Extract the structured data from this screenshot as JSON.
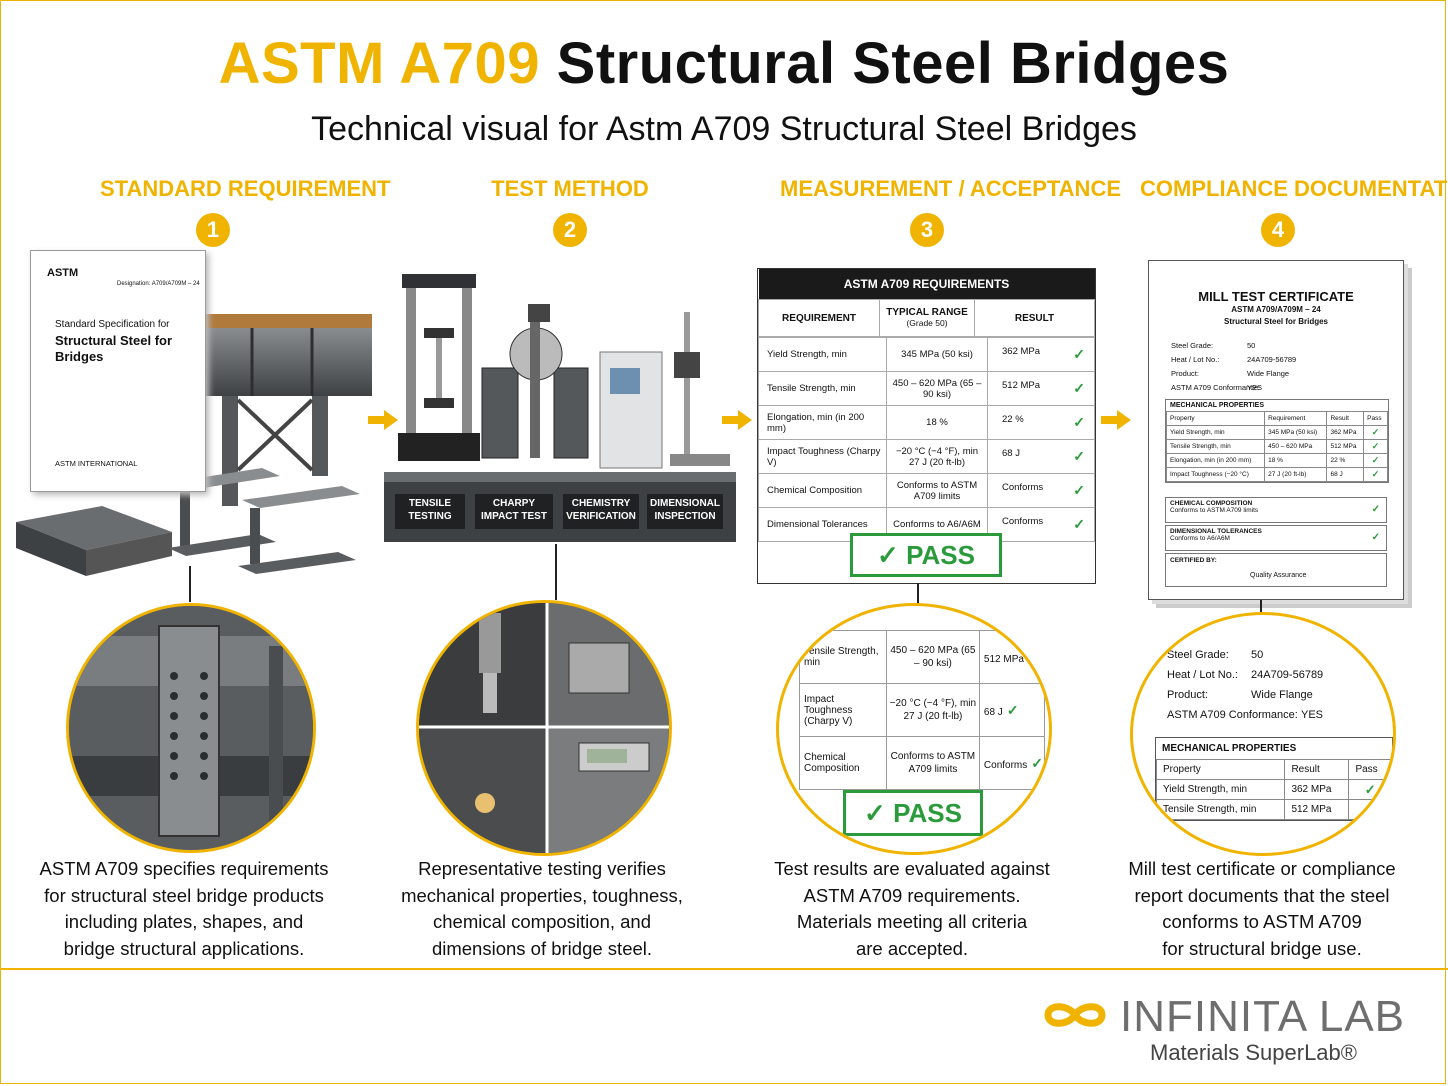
{
  "title": {
    "accent": "ASTM A709",
    "rest": "Structural Steel Bridges"
  },
  "subtitle": "Technical visual for Astm A709 Structural Steel Bridges",
  "steps": [
    {
      "num": "1",
      "heading": "STANDARD REQUIREMENT",
      "caption_lines": [
        "ASTM A709 specifies requirements",
        "for structural steel bridge products",
        "including plates, shapes, and",
        "bridge structural applications."
      ]
    },
    {
      "num": "2",
      "heading": "TEST METHOD",
      "caption_lines": [
        "Representative testing verifies",
        "mechanical properties, toughness,",
        "chemical composition, and",
        "dimensions of bridge steel."
      ]
    },
    {
      "num": "3",
      "heading": "MEASUREMENT / ACCEPTANCE",
      "caption_lines": [
        "Test results are evaluated against",
        "ASTM A709 requirements.",
        "Materials meeting all criteria",
        "are accepted."
      ]
    },
    {
      "num": "4",
      "heading": "COMPLIANCE DOCUMENTATION",
      "caption_lines": [
        "Mill test certificate or compliance",
        "report documents that the steel",
        "conforms to ASTM A709",
        "for structural bridge use."
      ]
    }
  ],
  "spec_doc": {
    "logo": "ASTM",
    "designation": "Designation: A709/A709M – 24",
    "line1": "Standard Specification for",
    "line2": "Structural Steel for",
    "line3": "Bridges",
    "org": "ASTM INTERNATIONAL"
  },
  "test_labels": [
    "TENSILE TESTING",
    "CHARPY IMPACT TEST",
    "CHEMISTRY VERIFICATION",
    "DIMENSIONAL INSPECTION"
  ],
  "requirements_table": {
    "title": "ASTM A709 REQUIREMENTS",
    "headers": [
      "REQUIREMENT",
      "TYPICAL RANGE",
      "(Grade 50)",
      "RESULT"
    ],
    "rows": [
      {
        "req": "Yield Strength, min",
        "range": "345 MPa (50 ksi)",
        "result": "362 MPa"
      },
      {
        "req": "Tensile Strength, min",
        "range": "450 – 620 MPa (65 – 90 ksi)",
        "result": "512 MPa"
      },
      {
        "req": "Elongation, min (in 200 mm)",
        "range": "18 %",
        "result": "22 %"
      },
      {
        "req": "Impact Toughness (Charpy V)",
        "range": "−20 °C (−4 °F), min 27 J (20 ft-lb)",
        "result": "68 J"
      },
      {
        "req": "Chemical Composition",
        "range": "Conforms to ASTM A709 limits",
        "result": "Conforms"
      },
      {
        "req": "Dimensional Tolerances",
        "range": "Conforms to A6/A6M",
        "result": "Conforms"
      }
    ],
    "verdict": "PASS"
  },
  "zoom_table": {
    "rows": [
      {
        "req": "Tensile Strength, min",
        "range": "450 – 620 MPa (65 – 90 ksi)",
        "result": "512 MPa"
      },
      {
        "req": "Impact Toughness (Charpy V)",
        "range": "−20 °C (−4 °F), min 27 J (20 ft-lb)",
        "result": "68 J"
      },
      {
        "req": "Chemical Composition",
        "range": "Conforms to ASTM A709 limits",
        "result": "Conforms"
      }
    ],
    "verdict": "PASS"
  },
  "certificate": {
    "title": "MILL TEST CERTIFICATE",
    "sub1": "ASTM A709/A709M – 24",
    "sub2": "Structural Steel for Bridges",
    "fields": [
      {
        "k": "Steel Grade:",
        "v": "50"
      },
      {
        "k": "Heat / Lot No.:",
        "v": "24A709-56789"
      },
      {
        "k": "Product:",
        "v": "Wide Flange"
      },
      {
        "k": "ASTM A709 Conformance:",
        "v": "YES"
      }
    ],
    "mech_title": "MECHANICAL PROPERTIES",
    "mech_headers": [
      "Property",
      "Requirement",
      "Result",
      "Pass"
    ],
    "mech_rows": [
      {
        "p": "Yield Strength, min",
        "r": "345 MPa (50 ksi)",
        "v": "362 MPa"
      },
      {
        "p": "Tensile Strength, min",
        "r": "450 – 620 MPa",
        "v": "512 MPa"
      },
      {
        "p": "Elongation, min (in 200 mm)",
        "r": "18 %",
        "v": "22 %"
      },
      {
        "p": "Impact Toughness (−20 °C)",
        "r": "27 J (20 ft-lb)",
        "v": "68 J"
      }
    ],
    "chem_title": "CHEMICAL COMPOSITION",
    "chem_text": "Conforms to ASTM A709 limits",
    "dim_title": "DIMENSIONAL TOLERANCES",
    "dim_text": "Conforms to A6/A6M",
    "certified_by": "CERTIFIED BY:",
    "signer": "Quality Assurance"
  },
  "zoom_cert": {
    "fields": [
      {
        "k": "Steel Grade:",
        "v": "50"
      },
      {
        "k": "Heat / Lot No.:",
        "v": "24A709-56789"
      },
      {
        "k": "Product:",
        "v": "Wide Flange"
      },
      {
        "k": "ASTM A709 Conformance:",
        "v": "YES"
      }
    ],
    "mech_title": "MECHANICAL PROPERTIES",
    "headers": [
      "Property",
      "Result",
      "Pass"
    ],
    "rows": [
      {
        "p": "Yield Strength, min",
        "v": "362 MPa"
      },
      {
        "p": "Tensile Strength, min",
        "v": "512 MPa"
      }
    ]
  },
  "logo": {
    "brand": "INFINITA LAB",
    "tag": "Materials SuperLab®"
  },
  "colors": {
    "accent": "#f0b400",
    "pass": "#2a9a3a",
    "steel": "#5a5d60"
  }
}
